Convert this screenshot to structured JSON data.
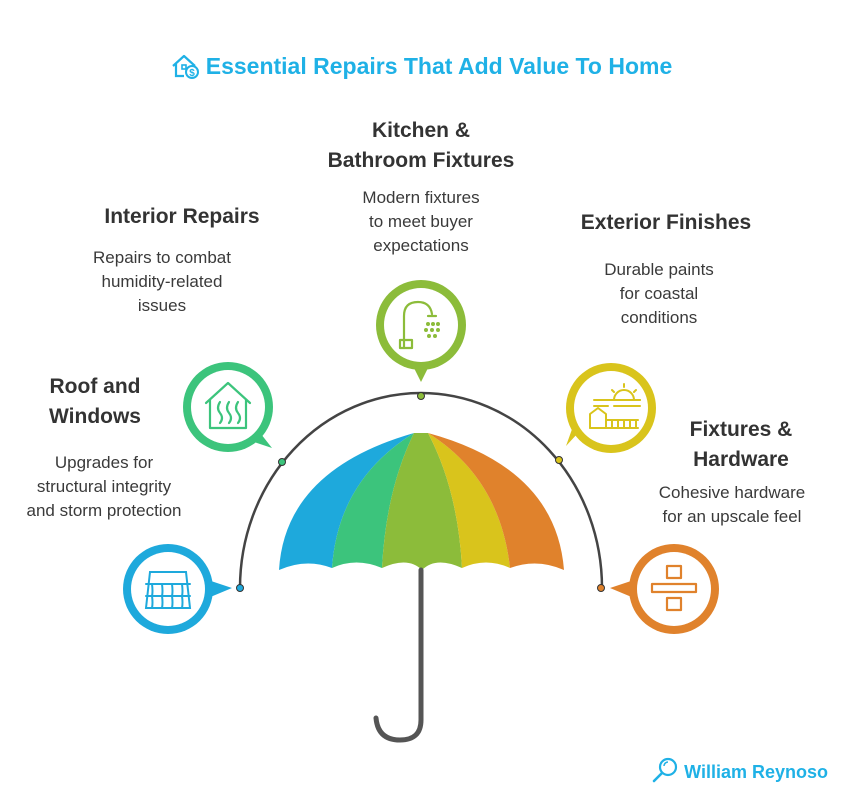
{
  "title": "Essential Repairs That Add Value To Home",
  "items": {
    "roof": {
      "heading_line1": "Roof and",
      "heading_line2": "Windows",
      "desc_line1": "Upgrades for",
      "desc_line2": "structural integrity",
      "desc_line3": "and storm protection",
      "color": "#1ea9dc",
      "icon": "roof-tiles-icon"
    },
    "interior": {
      "heading": "Interior Repairs",
      "desc_line1": "Repairs to combat",
      "desc_line2": "humidity-related",
      "desc_line3": "issues",
      "color": "#3cc47c",
      "icon": "house-humidity-icon"
    },
    "kitchen": {
      "heading_line1": "Kitchen &",
      "heading_line2": "Bathroom Fixtures",
      "desc_line1": "Modern fixtures",
      "desc_line2": "to meet buyer",
      "desc_line3": "expectations",
      "color": "#8cbc3a",
      "icon": "faucet-icon"
    },
    "exterior": {
      "heading": "Exterior Finishes",
      "desc_line1": "Durable paints",
      "desc_line2": "for coastal",
      "desc_line3": "conditions",
      "color": "#d9c41c",
      "icon": "sun-house-icon"
    },
    "fixtures": {
      "heading_line1": "Fixtures &",
      "heading_line2": "Hardware",
      "desc_line1": "Cohesive hardware",
      "desc_line2": "for an upscale feel",
      "color": "#e0822c",
      "icon": "divide-icon"
    }
  },
  "author": "William Reynoso"
}
